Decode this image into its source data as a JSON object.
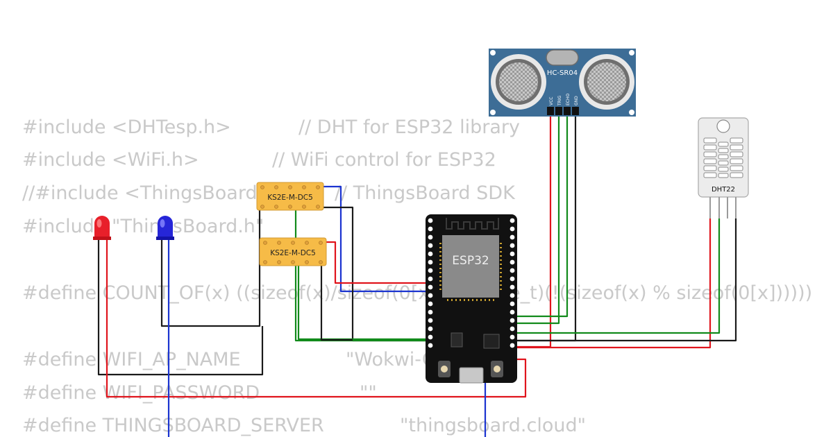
{
  "code": {
    "lines": [
      {
        "code": "#include <DHTesp.h>",
        "comment": "// DHT for ESP32 library"
      },
      {
        "code": "#include <WiFi.h>",
        "comment": "// WiFi control for ESP32"
      },
      {
        "code": "//#include <ThingsBoard.h>",
        "comment": "// ThingsBoard SDK"
      },
      {
        "code": "#include \"ThingsBoard.h\"",
        "comment": ""
      },
      {
        "code": "",
        "comment": ""
      },
      {
        "code": "#define COUNT_OF(x) ((sizeof(x)/sizeof(0[x])) / ((size_t)(!(sizeof(x) % sizeof(0[x])))))",
        "comment": ""
      },
      {
        "code": "",
        "comment": ""
      },
      {
        "code": "#define WIFI_AP_NAME",
        "comment": "\"Wokwi-GUEST\""
      },
      {
        "code": "#define WIFI_PASSWORD",
        "comment": "\"\""
      },
      {
        "code": "#define THINGSBOARD_SERVER",
        "comment": "\"thingsboard.cloud\""
      }
    ]
  },
  "components": {
    "ultrasonic": {
      "label": "HC-SR04",
      "pins": [
        "VCC",
        "TRIG",
        "ECHO",
        "GND"
      ]
    },
    "dht": {
      "label": "DHT22"
    },
    "relay1": {
      "label": "KS2E-M-DC5"
    },
    "relay2": {
      "label": "KS2E-M-DC5"
    },
    "mcu": {
      "label": "ESP32"
    }
  },
  "colors": {
    "wire_red": "#e0141c",
    "wire_green": "#118a1a",
    "wire_blue": "#1a33d0",
    "wire_black": "#1a1a1a",
    "relay_fill": "#f6bb47",
    "sensor_blue": "#3d6d96",
    "board_black": "#111111",
    "code_gray": "#c9c9c9"
  }
}
